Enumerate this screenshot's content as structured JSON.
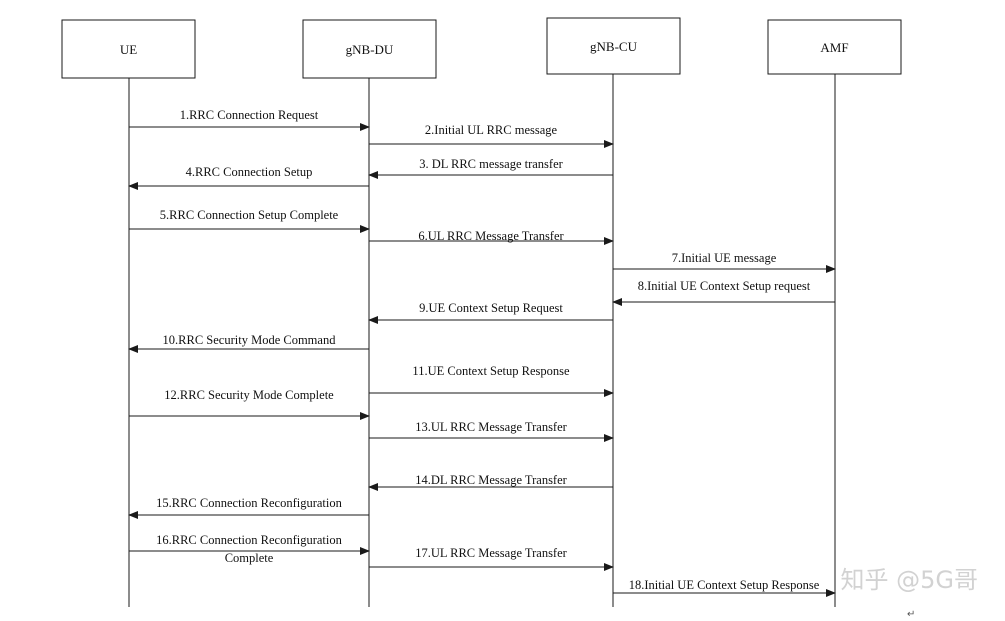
{
  "entities": [
    {
      "id": "ue",
      "label": "UE"
    },
    {
      "id": "du",
      "label": "gNB-DU"
    },
    {
      "id": "cu",
      "label": "gNB-CU"
    },
    {
      "id": "amf",
      "label": "AMF"
    }
  ],
  "messages": [
    {
      "from": "ue",
      "to": "du",
      "lines": [
        "1.RRC Connection Request"
      ]
    },
    {
      "from": "du",
      "to": "cu",
      "lines": [
        "2.Initial UL RRC message"
      ]
    },
    {
      "from": "cu",
      "to": "du",
      "lines": [
        "3. DL RRC message transfer"
      ]
    },
    {
      "from": "du",
      "to": "ue",
      "lines": [
        "4.RRC Connection Setup"
      ]
    },
    {
      "from": "ue",
      "to": "du",
      "lines": [
        "5.RRC Connection Setup Complete"
      ]
    },
    {
      "from": "du",
      "to": "cu",
      "lines": [
        "6.UL RRC Message Transfer"
      ]
    },
    {
      "from": "cu",
      "to": "amf",
      "lines": [
        "7.Initial UE message"
      ]
    },
    {
      "from": "amf",
      "to": "cu",
      "lines": [
        "8.Initial UE Context Setup request"
      ]
    },
    {
      "from": "cu",
      "to": "du",
      "lines": [
        "9.UE Context Setup Request"
      ]
    },
    {
      "from": "du",
      "to": "ue",
      "lines": [
        "10.RRC Security Mode Command"
      ]
    },
    {
      "from": "du",
      "to": "cu",
      "lines": [
        "11.UE Context Setup Response"
      ]
    },
    {
      "from": "ue",
      "to": "du",
      "lines": [
        "12.RRC Security Mode Complete"
      ]
    },
    {
      "from": "du",
      "to": "cu",
      "lines": [
        "13.UL RRC Message Transfer"
      ]
    },
    {
      "from": "cu",
      "to": "du",
      "lines": [
        "14.DL RRC Message Transfer"
      ]
    },
    {
      "from": "du",
      "to": "ue",
      "lines": [
        "15.RRC Connection Reconfiguration"
      ]
    },
    {
      "from": "ue",
      "to": "du",
      "lines": [
        "16.RRC Connection Reconfiguration",
        "Complete"
      ]
    },
    {
      "from": "du",
      "to": "cu",
      "lines": [
        "17.UL RRC Message Transfer"
      ]
    },
    {
      "from": "cu",
      "to": "amf",
      "lines": [
        "18.Initial UE Context Setup Response"
      ]
    }
  ],
  "watermark": "知乎 @5G哥",
  "return_mark": "↵",
  "colors": {
    "line": "#1a1a1a",
    "text": "#111111",
    "watermark": "#d2d2d2"
  }
}
